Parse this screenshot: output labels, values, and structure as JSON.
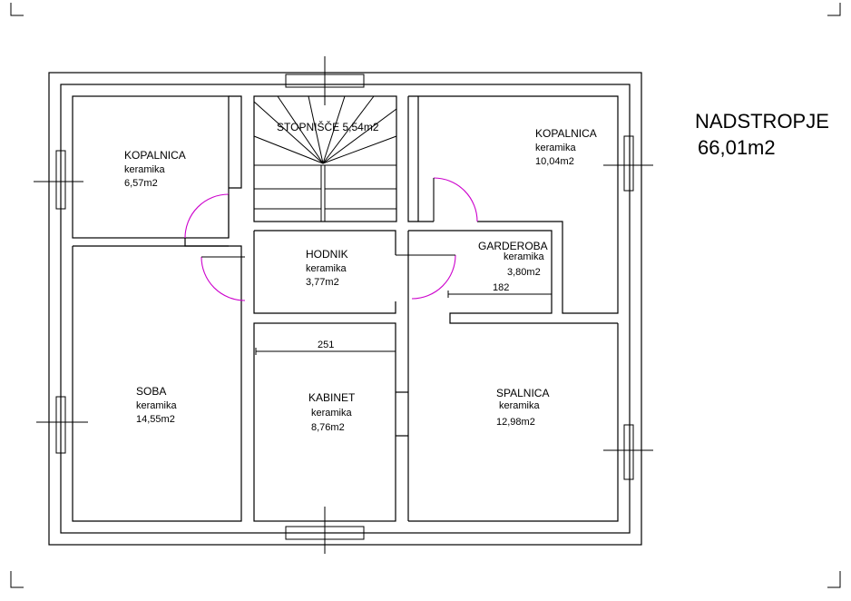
{
  "title": {
    "name": "NADSTROPJE",
    "area": "66,01m2"
  },
  "rooms": [
    {
      "name": "KOPALNICA",
      "material": "keramika",
      "area": "6,57m2"
    },
    {
      "name": "STOPNIŠČE",
      "material": "",
      "area": "5,54m2",
      "label": "STOPNIŠČE 5,54m2"
    },
    {
      "name": "KOPALNICA",
      "material": "keramika",
      "area": "10,04m2"
    },
    {
      "name": "HODNIK",
      "material": "keramika",
      "area": "3,77m2"
    },
    {
      "name": "GARDEROBA",
      "material": "keramika",
      "area": "3,80m2"
    },
    {
      "name": "SOBA",
      "material": "keramika",
      "area": "14,55m2"
    },
    {
      "name": "KABINET",
      "material": "keramika",
      "area": "8,76m2"
    },
    {
      "name": "SPALNICA",
      "material": "keramika",
      "area": "12,98m2"
    }
  ],
  "dimensions": {
    "garderoba_width": "182",
    "kabinet_width": "251"
  },
  "colors": {
    "walls": "#000000",
    "door_swing": "#cc00cc",
    "background": "#ffffff"
  }
}
